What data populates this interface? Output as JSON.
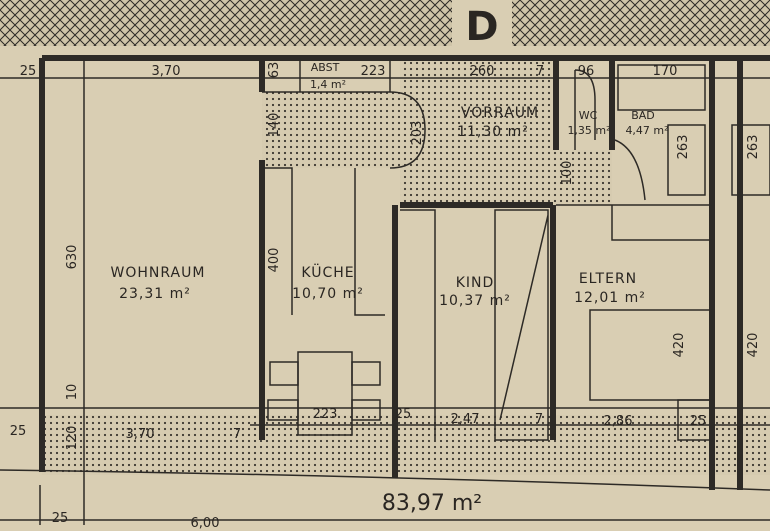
{
  "plan": {
    "section_marker": "D",
    "total_area": "83,97 m²",
    "rooms": {
      "wohnraum": {
        "name": "WOHNRAUM",
        "area": "23,31 m²"
      },
      "kueche": {
        "name": "KÜCHE",
        "area": "10,70 m²"
      },
      "kind": {
        "name": "KIND",
        "area": "10,37 m²"
      },
      "eltern": {
        "name": "ELTERN",
        "area": "12,01 m²"
      },
      "vorraum": {
        "name": "VORRAUM",
        "area": "11,30 m²"
      },
      "abst": {
        "name": "ABST",
        "area": "1,4 m²"
      },
      "wc": {
        "name": "WC",
        "area": "1,35 m²"
      },
      "bad": {
        "name": "BAD",
        "area": "4,47 m²"
      }
    },
    "dimensions": {
      "top_25": "25",
      "top_370": "3,70",
      "top_63": "63",
      "top_223": "223",
      "top_260": "260",
      "top_7": "7",
      "top_96": "96",
      "top_170": "170",
      "v_140": "140",
      "v_203": "203",
      "v_263a": "263",
      "v_263b": "263",
      "v_630": "630",
      "v_400": "400",
      "v_100": "100",
      "v_420a": "420",
      "v_420b": "420",
      "v_10": "10",
      "v_120": "120",
      "bot_25a": "25",
      "bot_370": "3,70",
      "bot_7a": "7",
      "bot_223": "223",
      "bot_25b": "25",
      "bot_247": "2,47",
      "bot_7b": "7",
      "bot_286": "2,86",
      "bot_25c": "25",
      "foot_25": "25",
      "foot_600": "6,00"
    }
  }
}
